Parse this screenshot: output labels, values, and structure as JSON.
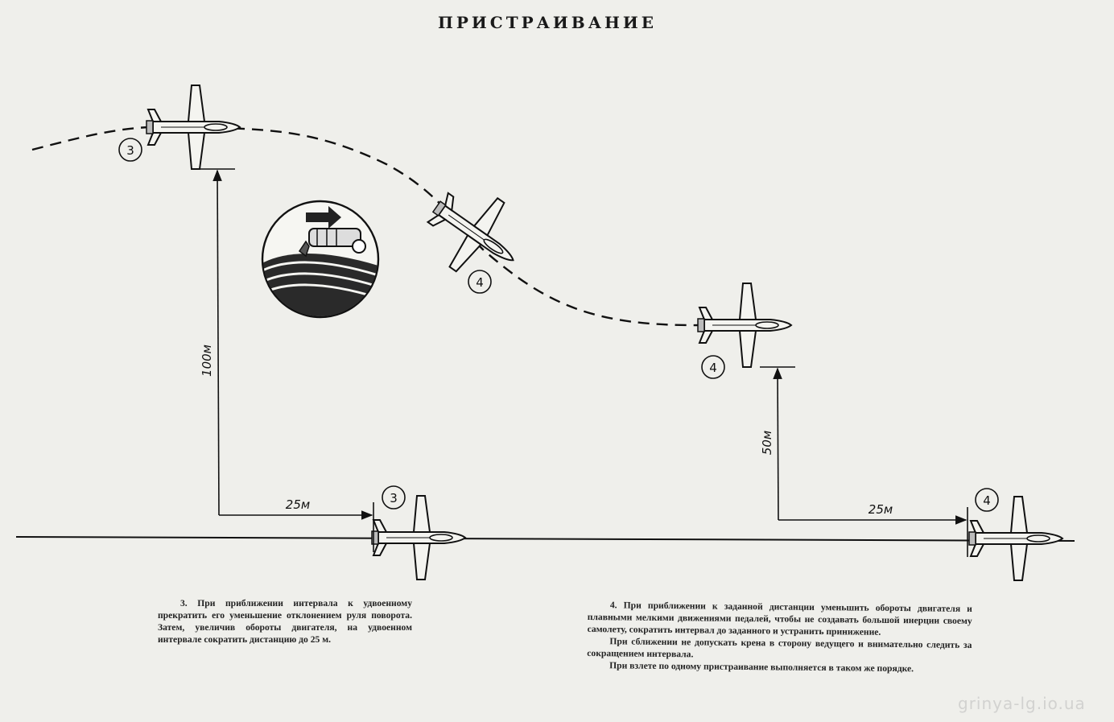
{
  "title": "ПРИСТРАИВАНИЕ",
  "markers": {
    "plane_top_left": "3",
    "plane_middle": "4",
    "plane_right_upper": "4",
    "plane_bottom_left": "3",
    "plane_bottom_right": "4"
  },
  "dimensions": {
    "vertical_left": "100м",
    "horizontal_left": "25м",
    "vertical_right": "50м",
    "horizontal_right": "25м"
  },
  "caption_3": "3. При приближении интервала к удвоенному прекратить его уменьшение отклонением руля поворота. Затем, увеличив обороты двигателя, на удвоенном интервале сократить дистанцию до 25 м.",
  "caption_4": {
    "p1": "4. При приближении к заданной дистанции уменьшить обороты двигателя и плавными мелкими движениями педалей, чтобы не создавать большой инерции своему самолету, сократить интервал до заданного и устранить принижение.",
    "p2": "При сближении не допускать крена в сторону ведущего и внимательно следить за сокращением интервала.",
    "p3": "При взлете по одному пристраивание выполняется в таком же порядке."
  },
  "watermark": "grinya-lg.io.ua",
  "colors": {
    "paper": "#efefeb",
    "ink": "#111111"
  }
}
